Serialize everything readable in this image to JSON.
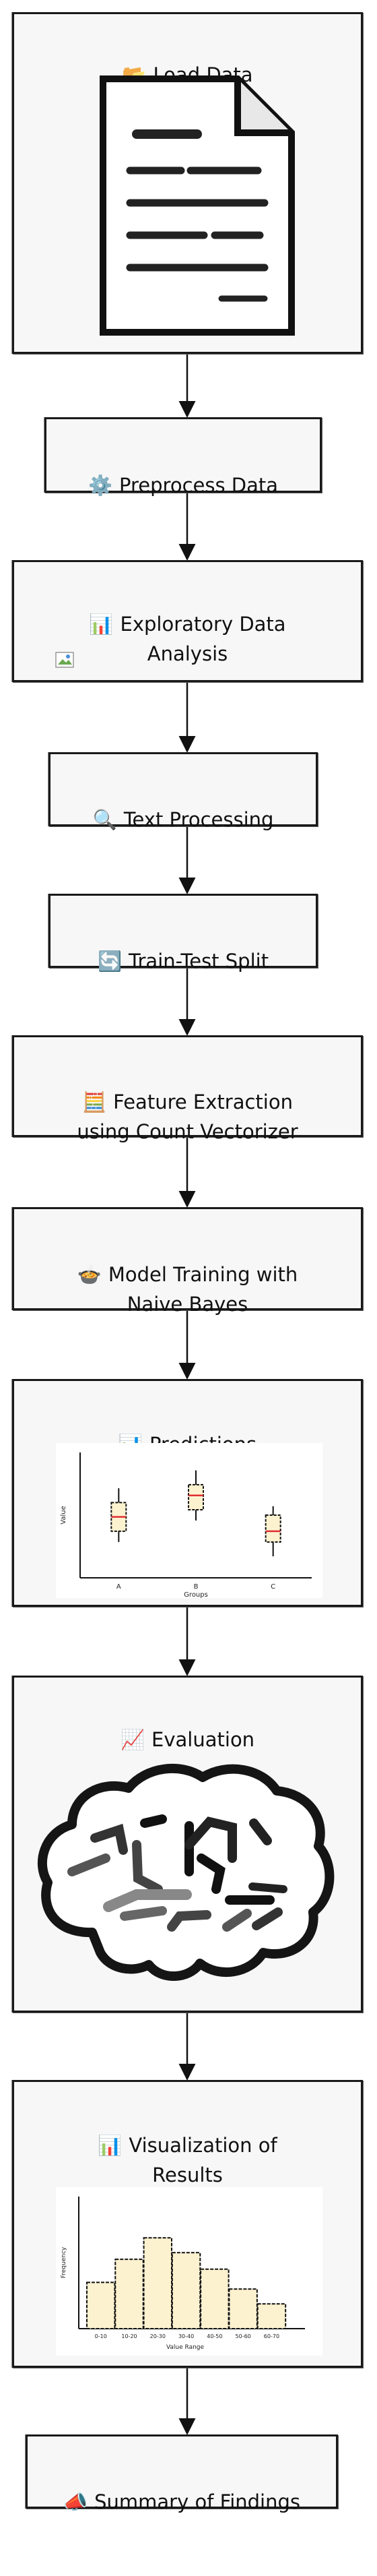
{
  "nodes": {
    "load": {
      "icon": "📂",
      "label": "Load Data",
      "icon_name": "folder-icon"
    },
    "preprocess": {
      "icon": "⚙️",
      "label": "Preprocess Data",
      "icon_name": "gear-icon"
    },
    "eda": {
      "icon": "📊",
      "label": "Exploratory Data\nAnalysis",
      "icon_name": "bar-chart-icon"
    },
    "text": {
      "icon": "🔍",
      "label": "Text Processing",
      "icon_name": "magnifier-icon"
    },
    "split": {
      "icon": "🔄",
      "label": "Train-Test Split",
      "icon_name": "refresh-icon"
    },
    "feature": {
      "icon": "🧮",
      "label": "Feature Extraction\nusing Count Vectorizer",
      "icon_name": "abacus-icon"
    },
    "training": {
      "icon": "🍲",
      "label": "Model Training with\nNaive Bayes",
      "icon_name": "pot-icon"
    },
    "predictions": {
      "icon": "📊",
      "label": "Predictions",
      "icon_name": "bar-chart-icon"
    },
    "evaluation": {
      "icon": "📈",
      "label": "Evaluation",
      "icon_name": "trend-chart-icon"
    },
    "visualization": {
      "icon": "📊",
      "label": "Visualization of\nResults",
      "icon_name": "bar-chart-icon"
    },
    "summary": {
      "icon": "📣",
      "label": "Summary of Findings",
      "icon_name": "megaphone-icon"
    }
  },
  "colors": {
    "box_fill": "#f7f7f7",
    "stroke": "#1a1a1a",
    "chart_fill": "#fdf2cf",
    "median": "#e03030"
  },
  "chart_data": [
    {
      "type": "box",
      "xlabel": "Groups",
      "ylabel": "Value",
      "categories": [
        "A",
        "B",
        "C"
      ],
      "series": [
        {
          "name": "A",
          "min": 40,
          "q1": 46,
          "median": 54,
          "q3": 62,
          "max": 70
        },
        {
          "name": "B",
          "min": 52,
          "q1": 58,
          "median": 66,
          "q3": 72,
          "max": 80
        },
        {
          "name": "C",
          "min": 32,
          "q1": 40,
          "median": 46,
          "q3": 55,
          "max": 60
        }
      ],
      "ylim": [
        20,
        90
      ]
    },
    {
      "type": "bar",
      "xlabel": "Value Range",
      "ylabel": "Frequency",
      "categories": [
        "0-10",
        "10-20",
        "20-30",
        "30-40",
        "40-50",
        "50-60",
        "60-70"
      ],
      "values": [
        28,
        42,
        55,
        46,
        36,
        24,
        15
      ],
      "ylim": [
        0,
        80
      ]
    }
  ]
}
